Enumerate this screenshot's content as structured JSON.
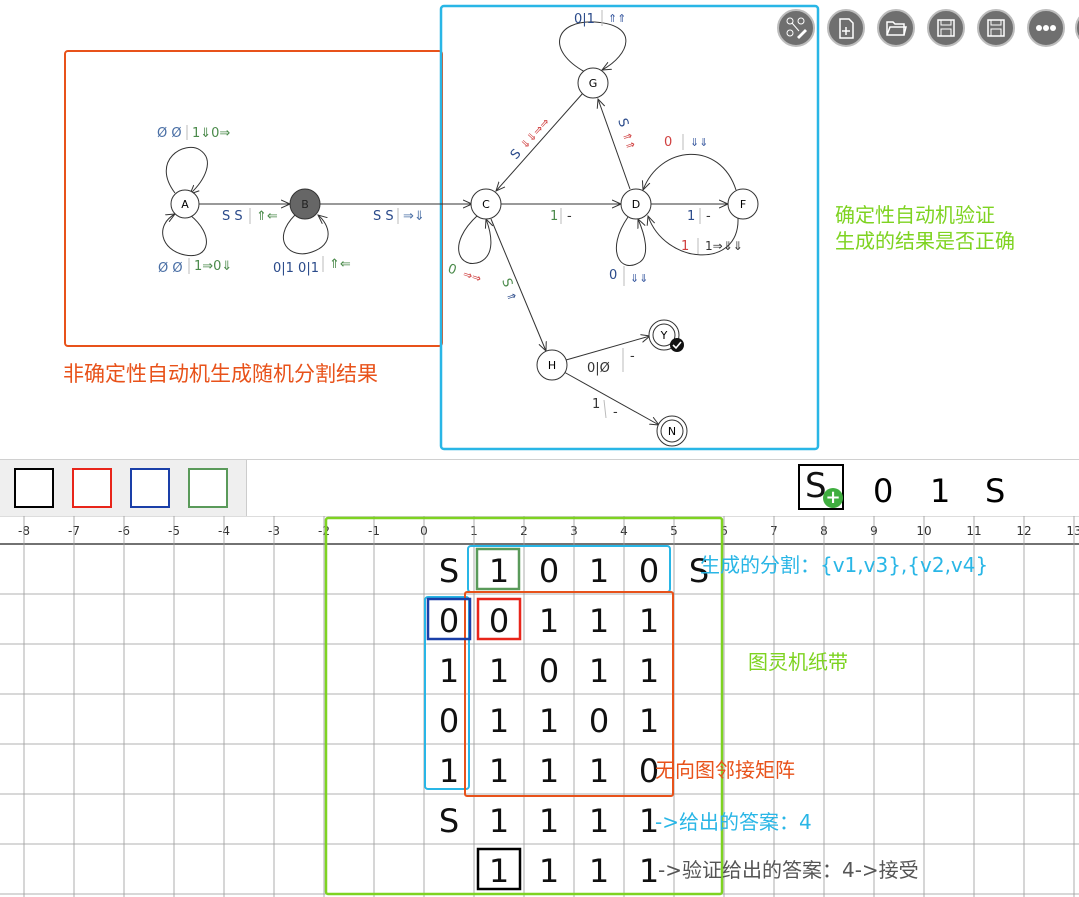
{
  "nfa_label": "非确定性自动机生成随机分割结果",
  "dfa_label_line1": "确定性自动机验证",
  "dfa_label_line2": "生成的结果是否正确",
  "states": {
    "A": "A",
    "B": "B",
    "C": "C",
    "D": "D",
    "F": "F",
    "G": "G",
    "H": "H",
    "Y": "Y",
    "N": "N"
  },
  "edges": {
    "a_loop_top": [
      "Ø Ø",
      "1⇓0⇒"
    ],
    "a_loop_bottom": [
      "Ø Ø",
      "1⇒0⇓"
    ],
    "a_b": [
      "S S",
      "⇑⇐"
    ],
    "b_loop": [
      "0|1 0|1",
      "⇑⇐"
    ],
    "b_c": [
      "S S",
      "⇒⇓"
    ],
    "c_g": [
      "S",
      "⇓⇓⇒⇒"
    ],
    "g_loop": [
      "0|1",
      "⇑⇑"
    ],
    "d_g": [
      "S",
      "⇑⇑"
    ],
    "c_d": [
      "1",
      "-"
    ],
    "d_f": [
      "1",
      "-"
    ],
    "f_d_top": [
      "0",
      "⇓⇓"
    ],
    "f_d_bottom": [
      "1",
      "1⇒⇓⇓"
    ],
    "d_loop": [
      "0",
      "⇓⇓"
    ],
    "c_loop": [
      "0",
      "⇒⇒"
    ],
    "c_h": [
      "S",
      "⇑"
    ],
    "h_y": [
      "0|Ø",
      "-"
    ],
    "h_n": [
      "1",
      "-"
    ]
  },
  "palette": {
    "colors": [
      "#000000",
      "#e8251a",
      "#1a3fa8",
      "#5a9a5a"
    ]
  },
  "tape_symbols": [
    "0",
    "1",
    "S"
  ],
  "tape_header": [
    "-8",
    "-7",
    "-6",
    "-5",
    "-4",
    "-3",
    "-2",
    "-1",
    "0",
    "1",
    "2",
    "3",
    "4",
    "5",
    "6",
    "7",
    "8",
    "9",
    "10",
    "11",
    "12",
    "13"
  ],
  "tape_rows": [
    [
      "S",
      "1",
      "0",
      "1",
      "0",
      "S"
    ],
    [
      "0",
      "0",
      "1",
      "1",
      "1"
    ],
    [
      "1",
      "1",
      "0",
      "1",
      "1"
    ],
    [
      "0",
      "1",
      "1",
      "0",
      "1"
    ],
    [
      "1",
      "1",
      "1",
      "1",
      "0"
    ],
    [
      "S",
      "1",
      "1",
      "1",
      "1"
    ],
    [
      "",
      "1",
      "1",
      "1",
      "1"
    ]
  ],
  "annotations": {
    "partition": "生成的分割：{v1,v3},{v2,v4}",
    "turing_tape": "图灵机纸带",
    "adjacency": "无向图邻接矩阵",
    "answer": "->给出的答案：4",
    "verify": "->验证给出的答案：4->接受"
  },
  "colors": {
    "nfa": "#e8521a",
    "dfa": "#29b6e6",
    "green_label": "#7ed321",
    "tape_frame": "#7ed321",
    "matrix": "#e8521a",
    "partition_blue": "#29b6e6"
  }
}
